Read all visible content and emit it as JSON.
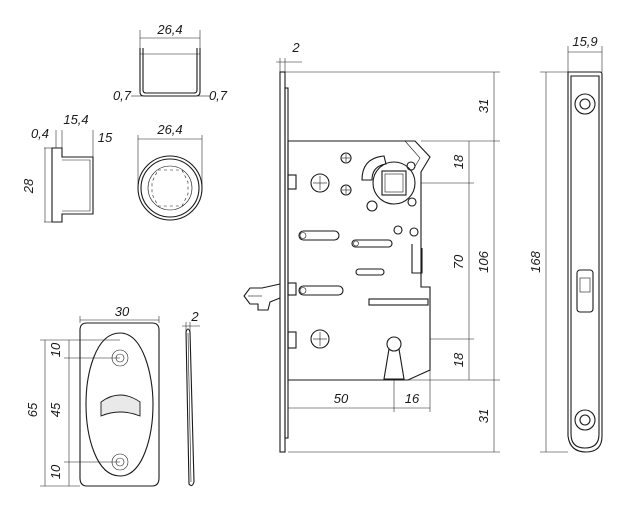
{
  "cylinder_rosette_top": {
    "width": "26,4",
    "wall_left": "0,7",
    "wall_right": "0,7"
  },
  "cylinder_rosette_side": {
    "wall": "0,4",
    "depth": "15,4",
    "flange": "15",
    "height": "28"
  },
  "cylinder_rosette_front": {
    "diameter": "26,4"
  },
  "escutcheon_front": {
    "width": "30",
    "height": "65",
    "top_offset": "10",
    "hole_spacing": "45",
    "bottom_offset": "10"
  },
  "escutcheon_side": {
    "thickness": "2"
  },
  "lock_body": {
    "faceplate_thickness": "2",
    "top_offset": "31",
    "upper_segment": "18",
    "center_distance": "70",
    "body_height": "106",
    "lower_segment": "18",
    "bottom_offset": "31",
    "backset": "50",
    "case_depth": "16"
  },
  "faceplate": {
    "width": "15,9",
    "length": "168"
  },
  "colors": {
    "line": "#1a1a1a",
    "background": "#ffffff"
  }
}
